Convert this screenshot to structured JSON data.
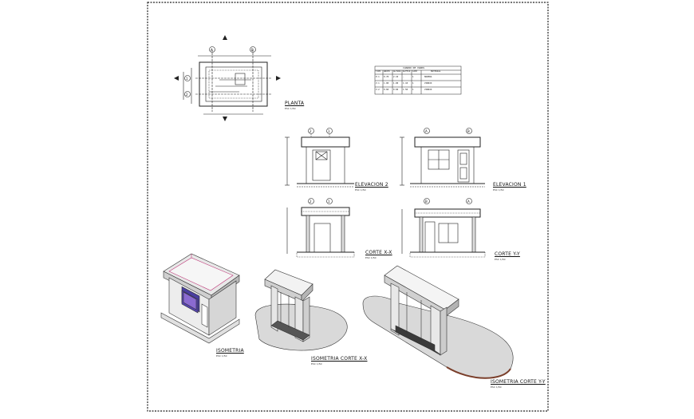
{
  "drawing": {
    "labels": {
      "planta": "PLANTA",
      "elevacion_2": "ELEVACION 2",
      "elevacion_1": "ELEVACION 1",
      "corte_xx": "CORTE X-X",
      "corte_yy": "CORTE Y-Y",
      "isometria": "ISOMETRIA",
      "isometria_corte_xx": "ISOMETRIA CORTE X-X",
      "isometria_corte_yy": "ISOMETRIA CORTE Y-Y"
    },
    "scale_note": "ESC 1/50",
    "axis_letters": [
      "A",
      "B"
    ],
    "axis_numbers": [
      "1",
      "2"
    ],
    "table": {
      "title": "CUADRO DE VANOS",
      "headers": [
        "TIPO",
        "ANCHO",
        "ALTURA",
        "ALFEIZ",
        "CANT",
        "MATERIAL"
      ],
      "rows": [
        [
          "P-1",
          "0.70",
          "2.10",
          "-",
          "1",
          "MADERA"
        ],
        [
          "V-1",
          "1.00",
          "1.00",
          "1.10",
          "1",
          "VIDRIO"
        ],
        [
          "V-2",
          "0.60",
          "0.60",
          "1.50",
          "1",
          "VIDRIO"
        ]
      ]
    }
  }
}
